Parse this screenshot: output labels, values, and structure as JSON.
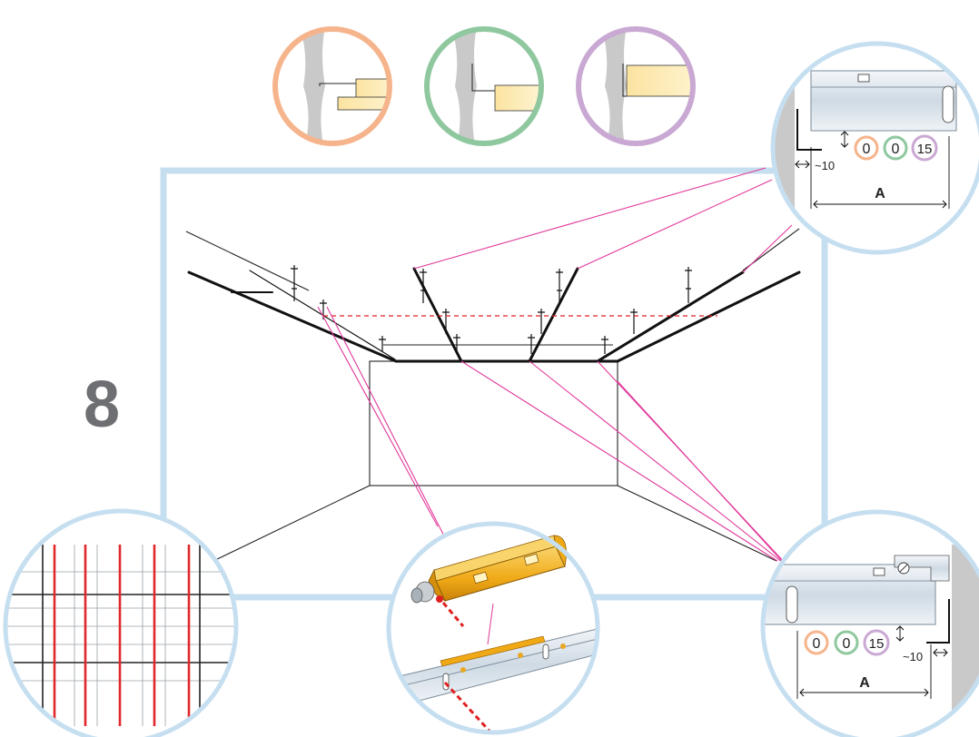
{
  "step_number": "8",
  "colors": {
    "frame": "#c6dff0",
    "leader": "#e2399b",
    "option_orange": "#f6b48c",
    "option_green": "#8fc89f",
    "option_purple": "#c9a9d3",
    "wall": "#c9c9c9",
    "profile": "#fde9a8",
    "rail_metal": "#dfe7ee",
    "laser_body": "#f3b526",
    "laser_beam": "#e02020",
    "grid_red": "#e0282b"
  },
  "options": [
    {
      "name": "option-orange",
      "color": "#f6b48c",
      "icon": "stepped-edge-profile-icon"
    },
    {
      "name": "option-green",
      "color": "#8fc89f",
      "icon": "square-edge-panel-icon"
    },
    {
      "name": "option-purple",
      "color": "#c9a9d3",
      "icon": "flush-panel-icon"
    }
  ],
  "detail_top_right": {
    "values": [
      "0",
      "0",
      "15"
    ],
    "gap_label": "~10",
    "dimension_label": "A"
  },
  "detail_bottom_right": {
    "values": [
      "0",
      "0",
      "15"
    ],
    "gap_label": "~10",
    "dimension_label": "A"
  },
  "icons": {
    "laser_tool": "laser-level-icon",
    "grid": "ceiling-grid-icon",
    "room": "room-perspective-icon"
  }
}
